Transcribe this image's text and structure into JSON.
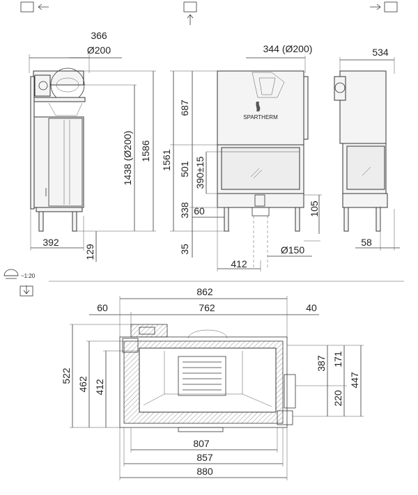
{
  "views": {
    "left_icon": "view-from-left-icon",
    "front_icon": "view-from-front-icon",
    "right_icon": "view-from-right-icon",
    "top_icon": "view-from-top-icon"
  },
  "side_view": {
    "dim_366": "366",
    "dim_d200": "Ø200",
    "dim_1438": "1438 (Ø200)",
    "dim_1586": "1586",
    "dim_392": "392",
    "dim_129": "129"
  },
  "front_view": {
    "dim_344": "344 (Ø200)",
    "dim_687": "687",
    "dim_1561": "1561",
    "dim_501": "501",
    "dim_390": "390±15",
    "dim_338": "338",
    "dim_60": "60",
    "dim_35": "35",
    "dim_105": "105",
    "dim_150": "Ø150",
    "dim_412": "412",
    "brand": "SPARTHERM"
  },
  "right_view": {
    "dim_534": "534",
    "dim_58": "58"
  },
  "scale": {
    "label": "~1:20"
  },
  "plan_view": {
    "dim_862": "862",
    "dim_762": "762",
    "dim_60": "60",
    "dim_40": "40",
    "dim_522": "522",
    "dim_462": "462",
    "dim_412": "412",
    "dim_387": "387",
    "dim_171": "171",
    "dim_220": "220",
    "dim_447": "447",
    "dim_807": "807",
    "dim_857": "857",
    "dim_880": "880"
  }
}
